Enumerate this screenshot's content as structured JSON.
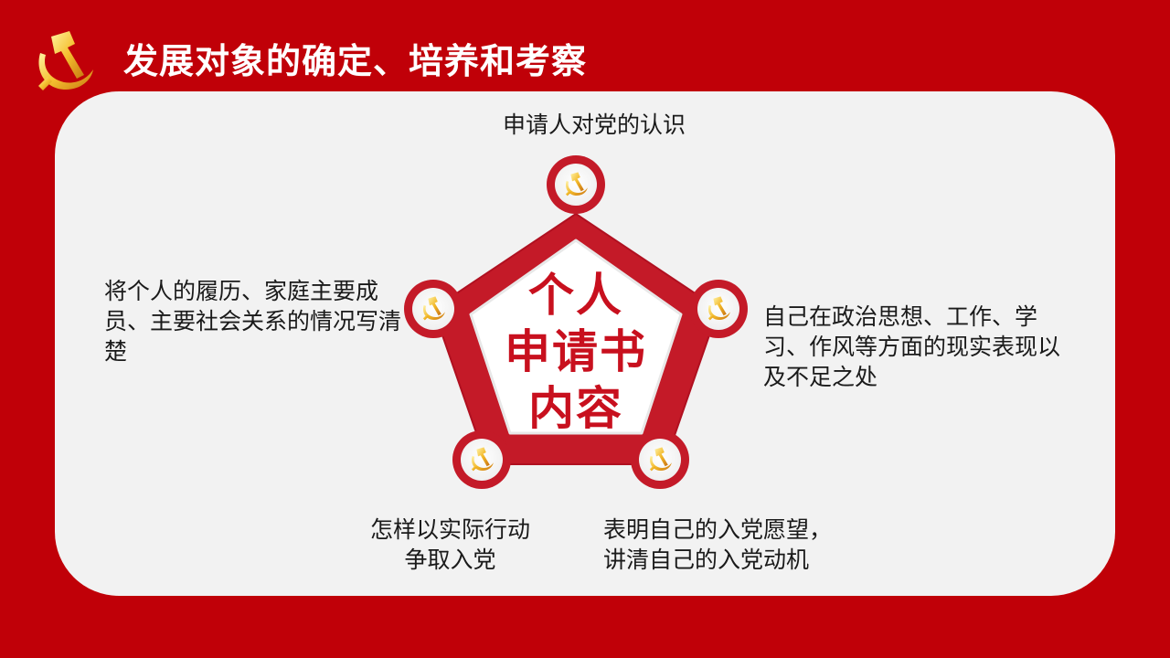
{
  "header": {
    "title": "发展对象的确定、培养和考察"
  },
  "diagram": {
    "center_lines": [
      "个人",
      "申请书",
      "内容"
    ],
    "items": [
      {
        "id": "top",
        "text": "申请人对党的认识"
      },
      {
        "id": "left",
        "text": "将个人的履历、家庭主要成员、主要社会关系的情况写清楚"
      },
      {
        "id": "right",
        "text": "自己在政治思想、工作、学习、作风等方面的现实表现以及不足之处"
      },
      {
        "id": "bottom-left",
        "text": "怎样以实际行动争取入党"
      },
      {
        "id": "bottom-right",
        "text": "表明自己的入党愿望，讲清自己的入党动机"
      }
    ]
  },
  "colors": {
    "background": "#c00008",
    "panel": "#f2f2f2",
    "accent": "#c8101e",
    "emblem_gold": "#e8a020"
  },
  "icons": {
    "logo": "party-emblem-icon",
    "node": "party-emblem-icon"
  }
}
